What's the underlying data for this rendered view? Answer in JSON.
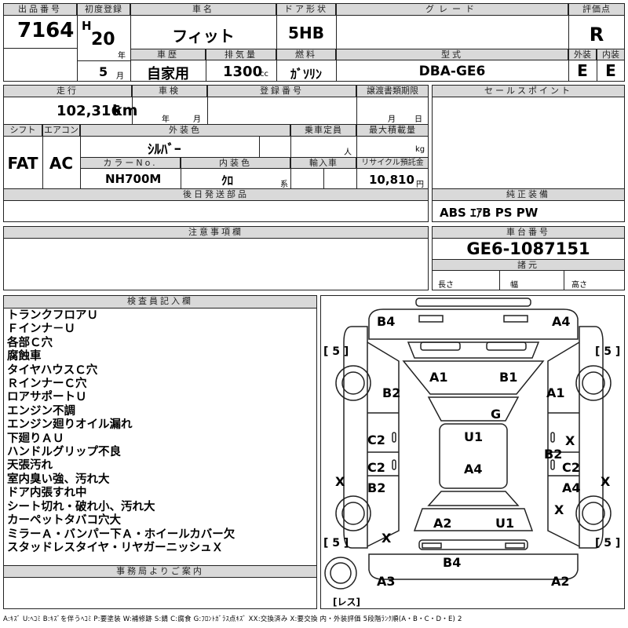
{
  "header": {
    "lot_label": "出品番号",
    "lot_no": "7164",
    "first_reg_label": "初度登録",
    "era": "H",
    "year": "20",
    "year_unit": "年",
    "month": "5",
    "month_unit": "月",
    "car_name_label": "車名",
    "car_name": "フィット",
    "door_label": "ドア形状",
    "door": "5HB",
    "grade_label": "グレード",
    "grade": "",
    "score_label": "評価点",
    "score": "R",
    "history_label": "車歴",
    "history": "自家用",
    "displacement_label": "排気量",
    "displacement": "1300",
    "displacement_unit": "cc",
    "fuel_label": "燃料",
    "fuel": "ｶﾞｿﾘﾝ",
    "model_label": "型式",
    "model": "DBA-GE6",
    "exterior_label": "外装",
    "exterior": "E",
    "interior_label": "内装",
    "interior": "E"
  },
  "specs": {
    "mileage_label": "走行",
    "mileage": "102,316",
    "mileage_unit": "km",
    "inspection_label": "車検",
    "inspection_year_unit": "年",
    "inspection_month_unit": "月",
    "reg_no_label": "登録番号",
    "transfer_label": "譲渡書類期限",
    "transfer_month_unit": "月",
    "transfer_day_unit": "日",
    "shift_label": "シフト",
    "shift": "FAT",
    "ac_label": "エアコン",
    "ac": "AC",
    "ext_color_label": "外装色",
    "ext_color": "ｼﾙﾊﾞｰ",
    "capacity_label": "乗車定員",
    "capacity_unit": "人",
    "max_load_label": "最大積載量",
    "max_load_unit": "kg",
    "color_no_label": "カラーNo.",
    "color_no": "NH700M",
    "int_color_label": "内装色",
    "int_color": "ｸﾛ",
    "int_color_unit": "系",
    "import_label": "輸入車",
    "recycle_label": "リサイクル預託金",
    "recycle": "10,810",
    "recycle_unit": "円",
    "later_parts_label": "後日発送部品",
    "notes_label": "注意事項欄"
  },
  "sales_points": {
    "label": "セールスポイント"
  },
  "equipment": {
    "label": "純正装備",
    "value": "ABS ｴｱB PS PW"
  },
  "chassis": {
    "label": "車台番号",
    "value": "GE6-1087151"
  },
  "dimensions": {
    "label": "諸元",
    "length_label": "長さ",
    "width_label": "幅",
    "height_label": "高さ"
  },
  "inspector": {
    "label": "検査員記入欄",
    "lines": [
      "トランクフロアＵ",
      "Ｆインナ－Ｕ",
      "各部Ｃ穴",
      "腐蝕車",
      "タイヤハウスＣ穴",
      "ＲインナーＣ穴",
      "ロアサポートＵ",
      "エンジン不調",
      "エンジン廻りオイル漏れ",
      "下廻りＡＵ",
      "ハンドルグリップ不良",
      "天張汚れ",
      "室内臭い強、汚れ大",
      "ドア内張すれ中",
      "シート切れ・破れ小、汚れ大",
      "カーペットタバコ穴大",
      "ミラーＡ・バンパー下Ａ・ホイールカバー欠",
      "スタッドレスタイヤ・リヤガーニッシュＸ"
    ]
  },
  "office": {
    "label": "事務局よりご案内"
  },
  "diagram": {
    "tire_label": "[ 5 ]",
    "spare_label": "[レス]",
    "marks": {
      "b4_top": "B4",
      "a4_top": "A4",
      "a1_hood": "A1",
      "b1_hood": "B1",
      "b2_left": "B2",
      "a1_right": "A1",
      "g_glass": "G",
      "c2_l1": "C2",
      "x_r1": "X",
      "u1_roof": "U1",
      "b2_right": "B2",
      "c2_l2": "C2",
      "c2_r2": "C2",
      "a4_roof": "A4",
      "x_left": "X",
      "b2_l3": "B2",
      "a4_r3": "A4",
      "x_far_right": "X",
      "x_r4": "X",
      "a2_trunk": "A2",
      "u1_trunk": "U1",
      "x_rear_l": "X",
      "b4_rear": "B4",
      "a3_rear": "A3",
      "a2_rear": "A2"
    }
  },
  "legend": "A:ｷｽﾞ U:ﾍｺﾐ B:ｷｽﾞを伴うﾍｺﾐ P:要塗装 W:補修跡 S:錆 C:腐食 G:ﾌﾛﾝﾄｶﾞﾗｽ点ｷｽﾞ XX:交換済み X:要交換 内・外装評価 5段階ﾗﾝｸ順(A・B・C・D・E) 2"
}
